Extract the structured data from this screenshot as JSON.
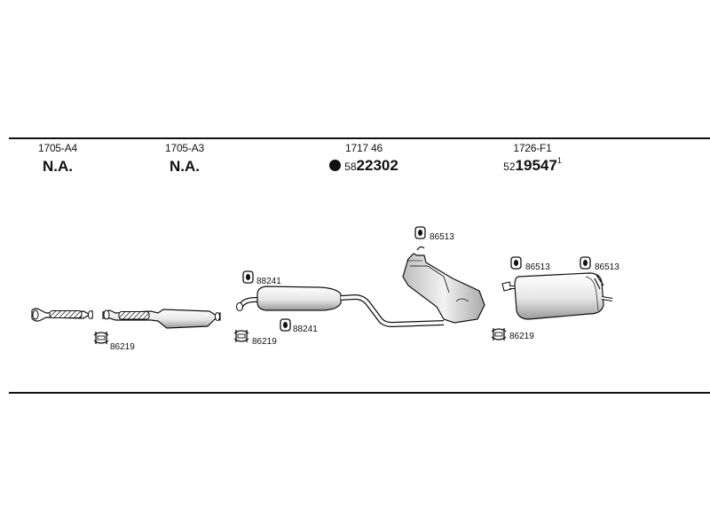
{
  "sections": [
    {
      "code": "1705-A4",
      "status": "N.A."
    },
    {
      "code": "1705-A3",
      "status": "N.A."
    },
    {
      "code": "1717 46",
      "part_prefix": "58",
      "part_main": "22302"
    },
    {
      "code": "1726-F1",
      "part_prefix": "52",
      "part_main": "19547",
      "part_sup": "1"
    }
  ],
  "part_labels": {
    "clamp_a": "86219",
    "clamp_b": "86219",
    "clamp_c": "86219",
    "hanger_front": "88241",
    "hanger_front_lower": "88241",
    "hanger_mid": "86513",
    "hanger_rear_left": "86513",
    "hanger_rear_right": "86513"
  },
  "icons": {
    "header_marker": "filled-circle-icon",
    "hanger": "rubber-hanger-icon",
    "clamp": "pipe-clamp-icon"
  }
}
